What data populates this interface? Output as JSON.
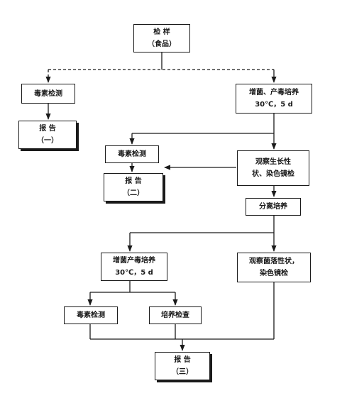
{
  "nodes": {
    "sample": {
      "line1": "检    样",
      "line2": "（食品）"
    },
    "toxin1": {
      "line1": "毒素检测"
    },
    "enrich1": {
      "line1": "增菌、产毒培养",
      "line2": "30℃，5 d"
    },
    "report1": {
      "line1": "报    告",
      "line2": "（一）"
    },
    "toxin2": {
      "line1": "毒素检测"
    },
    "observe1": {
      "line1": "观察生长性",
      "line2": "状、染色镜检"
    },
    "report2": {
      "line1": "报    告",
      "line2": "（二）"
    },
    "isolate": {
      "line1": "分离培养"
    },
    "enrich2": {
      "line1": "增菌产毒培养",
      "line2": "30℃，5 d"
    },
    "observe2": {
      "line1": "观察菌落性状，",
      "line2": "染色镜检"
    },
    "toxin3": {
      "line1": "毒素检测"
    },
    "culture_check": {
      "line1": "培养检查"
    },
    "report3": {
      "line1": "报    告",
      "line2": "（三）"
    }
  }
}
